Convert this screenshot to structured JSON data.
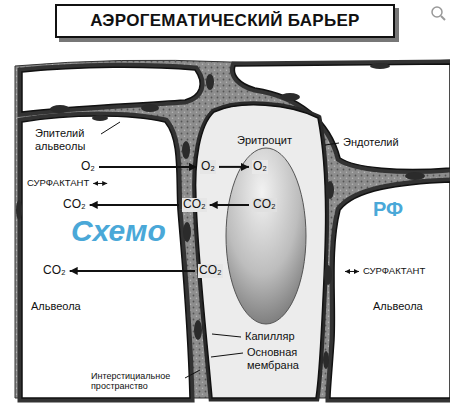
{
  "diagram": {
    "title": "АЭРОГЕМАТИЧЕСКИЙ БАРЬЕР",
    "labels": [
      "Эпителий альвеолы",
      "СУРФАКТАНТ",
      "Эндотелий",
      "Эритроцит",
      "O₂",
      "O₂",
      "O₂",
      "CO₂",
      "CO₂",
      "CO₂",
      "CO₂",
      "CO₂",
      "СУРФАКТАНТ",
      "Альвеола",
      "Альвеола",
      "Капилляр",
      "Основная мембрана",
      "Интерстициальное пространство",
      "Схемо",
      "РФ"
    ]
  }
}
